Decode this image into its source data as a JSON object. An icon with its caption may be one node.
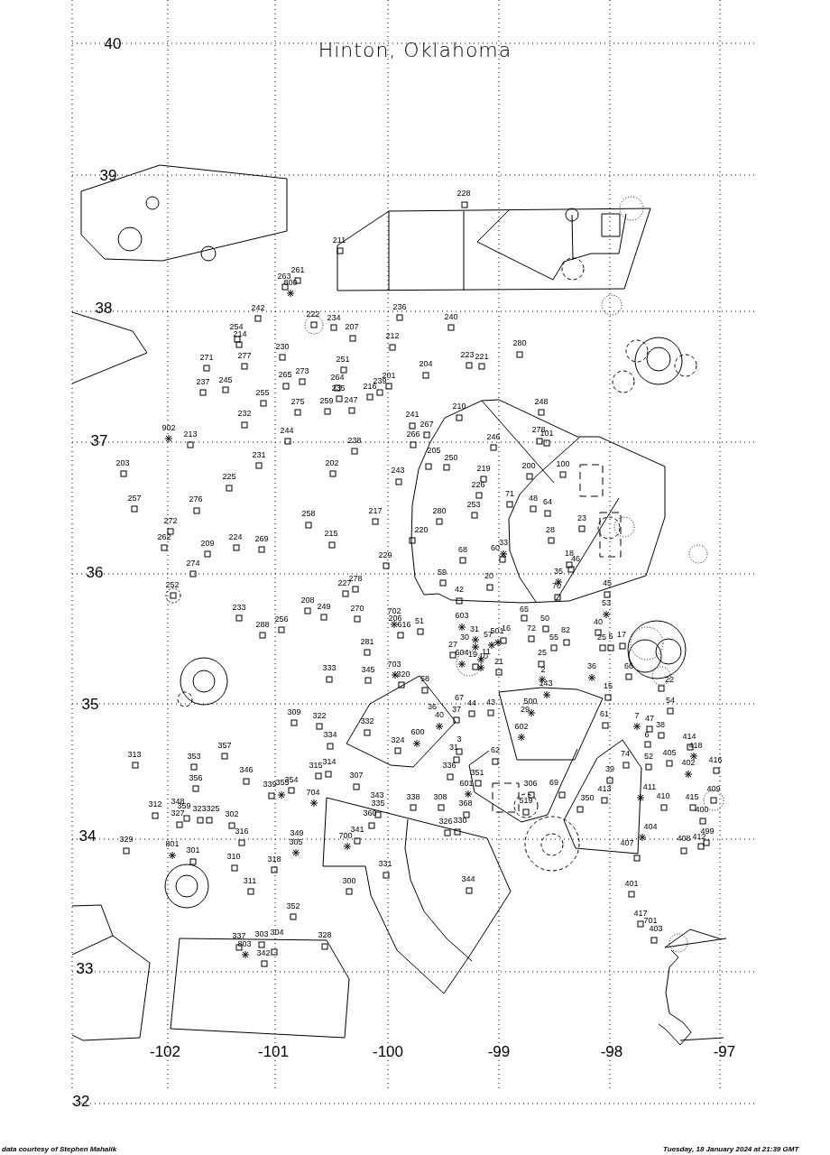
{
  "diagram": {
    "title": "Hinton, Oklahoma",
    "labels": [
      "228",
      "211",
      "261",
      "263",
      "800",
      "236",
      "242",
      "222",
      "240",
      "234",
      "207",
      "254",
      "214",
      "212",
      "280",
      "230",
      "223",
      "221",
      "277",
      "271",
      "251",
      "204",
      "273",
      "265",
      "201",
      "264",
      "237",
      "245",
      "239",
      "216",
      "235",
      "255",
      "275",
      "259",
      "247",
      "248",
      "210",
      "232",
      "241",
      "267",
      "902",
      "278",
      "244",
      "101",
      "213",
      "266",
      "246",
      "238",
      "231",
      "205",
      "250",
      "203",
      "202",
      "100",
      "200",
      "219",
      "243",
      "225",
      "226",
      "71",
      "48",
      "257",
      "276",
      "64",
      "253",
      "280",
      "217",
      "258",
      "23",
      "272",
      "220",
      "28",
      "215",
      "262",
      "224",
      "269",
      "33",
      "60",
      "209",
      "68",
      "18",
      "229",
      "46",
      "274",
      "35",
      "59",
      "20",
      "278",
      "227",
      "45",
      "252",
      "70",
      "42",
      "208",
      "53",
      "65",
      "233",
      "249",
      "270",
      "702",
      "603",
      "206",
      "50",
      "256",
      "51",
      "40",
      "616",
      "288",
      "31",
      "72",
      "82",
      "16",
      "501",
      "57",
      "17",
      "55",
      "25",
      "5",
      "281",
      "30",
      "27",
      "11",
      "604",
      "25",
      "19",
      "10",
      "21",
      "703",
      "36",
      "66",
      "333",
      "2",
      "345",
      "320",
      "22",
      "58",
      "143",
      "15",
      "67",
      "54",
      "500",
      "44",
      "43",
      "36",
      "29",
      "37",
      "61",
      "40",
      "7",
      "309",
      "322",
      "47",
      "332",
      "38",
      "602",
      "600",
      "6",
      "334",
      "414",
      "3",
      "324",
      "418",
      "357",
      "31",
      "62",
      "74",
      "405",
      "313",
      "52",
      "353",
      "416",
      "402",
      "314",
      "315",
      "336",
      "39",
      "346",
      "351",
      "307",
      "356",
      "354",
      "355",
      "601",
      "306",
      "69",
      "339",
      "411",
      "409",
      "413",
      "704",
      "343",
      "410",
      "415",
      "338",
      "308",
      "350",
      "519",
      "348",
      "335",
      "368",
      "312",
      "359",
      "323",
      "325",
      "400",
      "327",
      "360",
      "302",
      "330",
      "326",
      "404",
      "341",
      "316",
      "499",
      "349",
      "412",
      "700",
      "408",
      "329",
      "305",
      "801",
      "407",
      "301",
      "310",
      "318",
      "331",
      "344",
      "311",
      "300",
      "401",
      "352",
      "417",
      "701",
      "403",
      "303",
      "328",
      "337",
      "304",
      "803",
      "342",
      "40",
      "39",
      "38",
      "37",
      "36",
      "35",
      "34",
      "33",
      "-102",
      "-101",
      "-100",
      "-99",
      "-98",
      "-97",
      "32",
      "data courtesy of Stephen Mahalik",
      "Tuesday, 18 January 2024 at 21:39 GMT"
    ]
  }
}
